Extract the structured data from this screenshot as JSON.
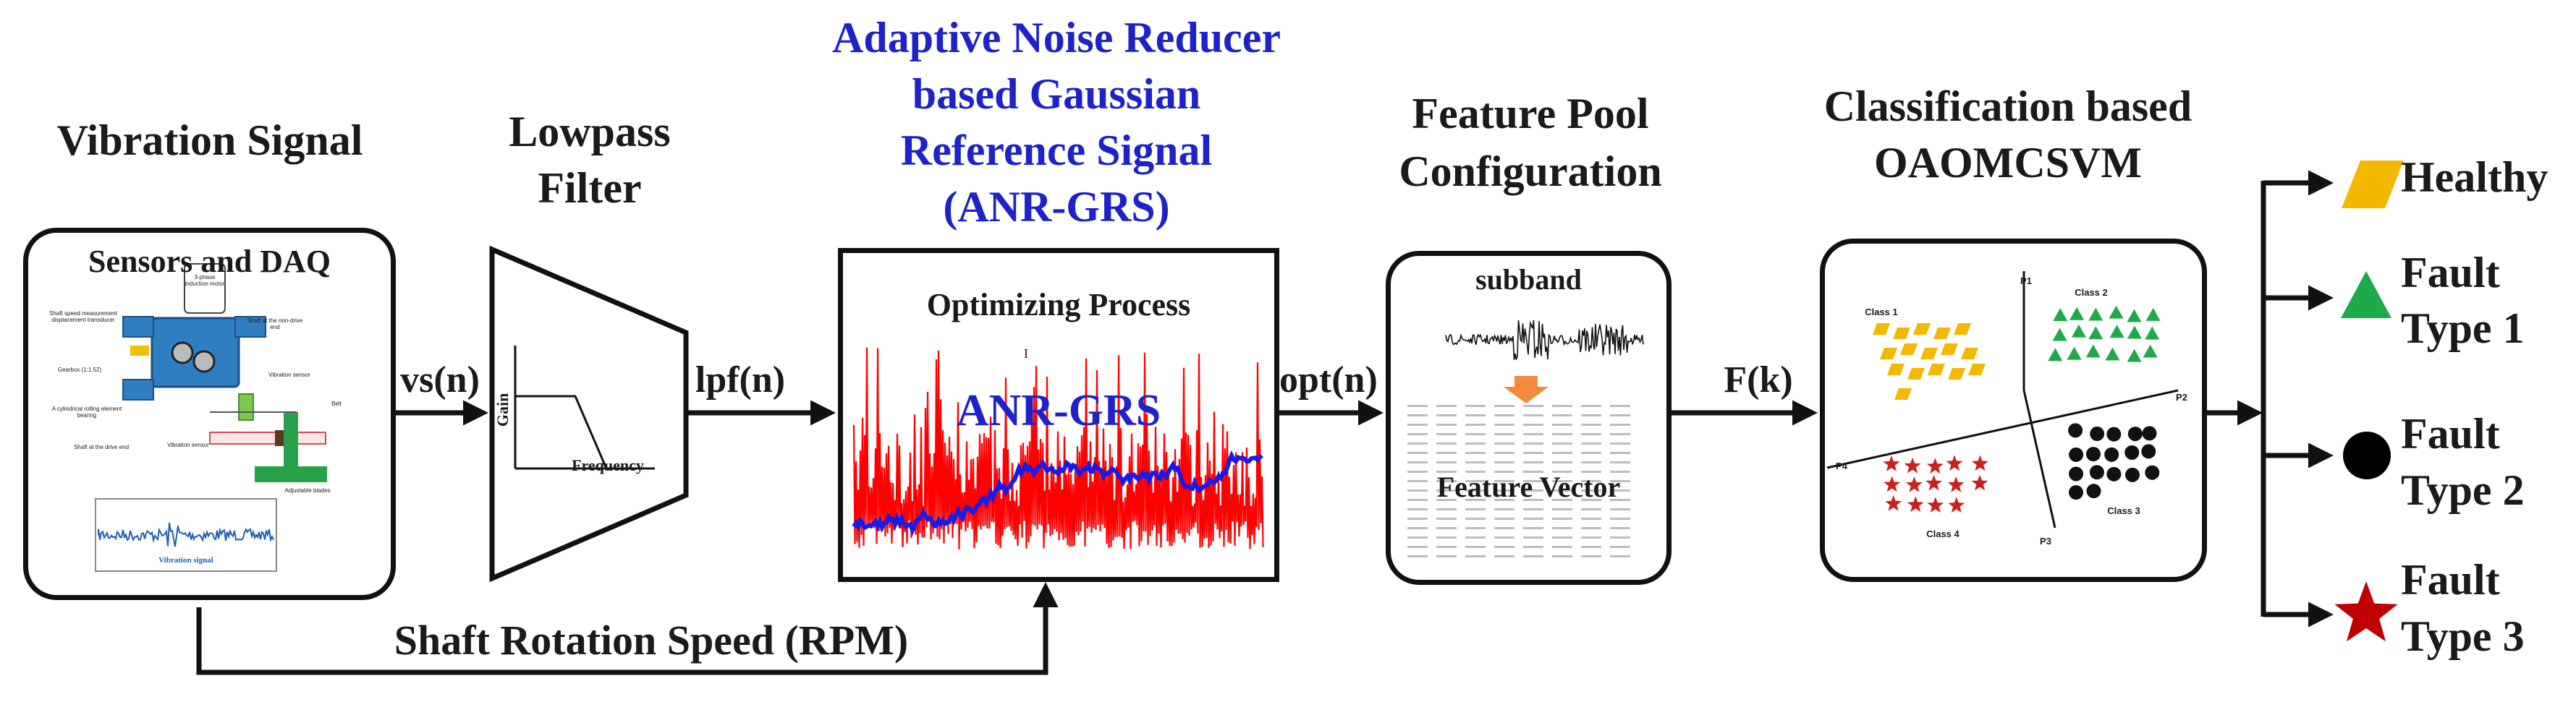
{
  "stages": {
    "vibration": {
      "title": "Vibration Signal",
      "panel_title": "Sensors and DAQ",
      "labels": {
        "shaft_speed": "Shaft speed measurement displacement transducer",
        "motor": "3-phase induction motor",
        "shaft_end": "Shaft at the non-drive end",
        "gearbox": "Gearbox (1:1.52)",
        "vib_sensor_right": "Vibration sensor",
        "belt": "Belt",
        "bearing": "A cylindrical rolling element bearing",
        "shaft_drive": "Shaft at the drive end",
        "vib_sensor_bottom": "Vibration sensor",
        "blades": "Adjustable blades"
      },
      "inset_caption": "Vibration signal"
    },
    "lowpass": {
      "title_line1": "Lowpass",
      "title_line2": "Filter",
      "y_label": "Gain",
      "x_label": "Frequency"
    },
    "anr": {
      "title_lines": [
        "Adaptive Noise Reducer",
        "based Gaussian",
        "Reference Signal",
        "(ANR-GRS)"
      ],
      "panel_title": "Optimizing Process",
      "overlay": "ANR-GRS",
      "tick": "I",
      "noise_color": "#ff0000",
      "trend_color": "#1a1ae6"
    },
    "feature": {
      "title_line1": "Feature Pool",
      "title_line2": "Configuration",
      "subband": "subband",
      "vector": "Feature Vector",
      "arrow_color": "#f08a3c"
    },
    "classification": {
      "title_line1": "Classification based",
      "title_line2": "OAOMCSVM",
      "axes": {
        "p1": "P1",
        "p2": "P2",
        "p3": "P3",
        "p4": "P4"
      },
      "classes": [
        "Class 1",
        "Class 2",
        "Class 3",
        "Class 4"
      ],
      "class_colors": [
        "#f5b800",
        "#1faa4a",
        "#111111",
        "#cc1f1f"
      ]
    }
  },
  "signals": {
    "vs": "vs(n)",
    "lpf": "lpf(n)",
    "opt": "opt(n)",
    "fk": "F(k)",
    "rpm": "Shaft Rotation Speed (RPM)"
  },
  "outputs": [
    {
      "line1": "Healthy",
      "line2": "",
      "shape": "parallelogram",
      "color": "#f5b800"
    },
    {
      "line1": "Fault",
      "line2": "Type 1",
      "shape": "triangle",
      "color": "#1faa4a"
    },
    {
      "line1": "Fault",
      "line2": "Type 2",
      "shape": "circle",
      "color": "#000000"
    },
    {
      "line1": "Fault",
      "line2": "Type 3",
      "shape": "star",
      "color": "#c00000"
    }
  ]
}
